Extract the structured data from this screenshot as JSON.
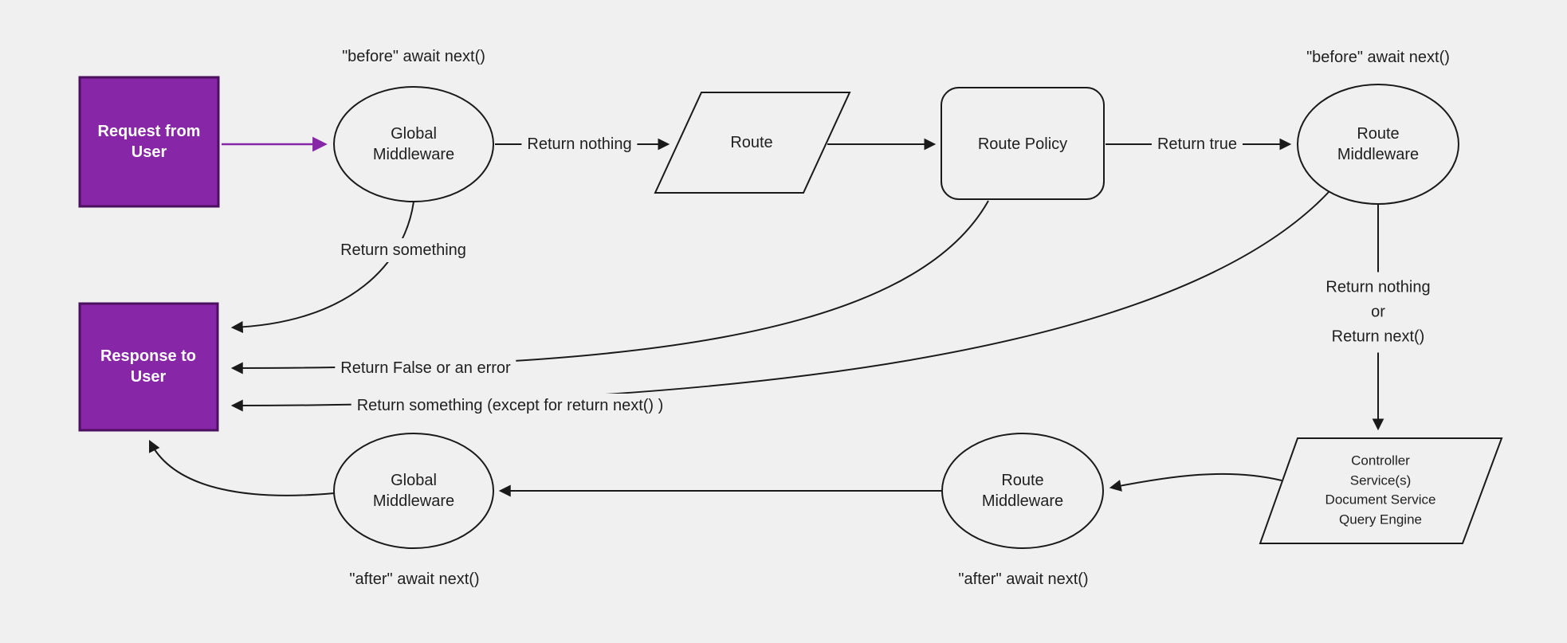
{
  "diagram": {
    "colors": {
      "background": "#f0f0f0",
      "node_fill": "#f0f0f0",
      "stroke": "#1a1a1a",
      "purple_fill": "#8726a6",
      "purple_stroke": "#4b1060",
      "text": "#1f1f1f",
      "text_on_purple": "#ffffff"
    },
    "nodes": {
      "request": {
        "label": "Request from User"
      },
      "global_middleware_top": {
        "label": "Global Middleware",
        "annotation": "\"before\" await next()"
      },
      "route": {
        "label": "Route"
      },
      "route_policy": {
        "label": "Route Policy"
      },
      "route_middleware_top": {
        "label": "Route Middleware",
        "annotation": "\"before\" await next()"
      },
      "response": {
        "label": "Response to User"
      },
      "controller": {
        "lines": [
          "Controller",
          "Service(s)",
          "Document Service",
          "Query Engine"
        ]
      },
      "route_middleware_bottom": {
        "label": "Route Middleware",
        "annotation": "\"after\" await next()"
      },
      "global_middleware_bottom": {
        "label": "Global Middleware",
        "annotation": "\"after\" await next()"
      }
    },
    "edge_labels": {
      "return_nothing": "Return nothing",
      "return_true": "Return true",
      "return_something": "Return something",
      "return_false_or_error": "Return False or an error",
      "return_something_except": "Return something (except for return next() )",
      "return_nothing_or_next": {
        "lines": [
          "Return nothing",
          "or",
          "Return next()"
        ]
      }
    }
  }
}
